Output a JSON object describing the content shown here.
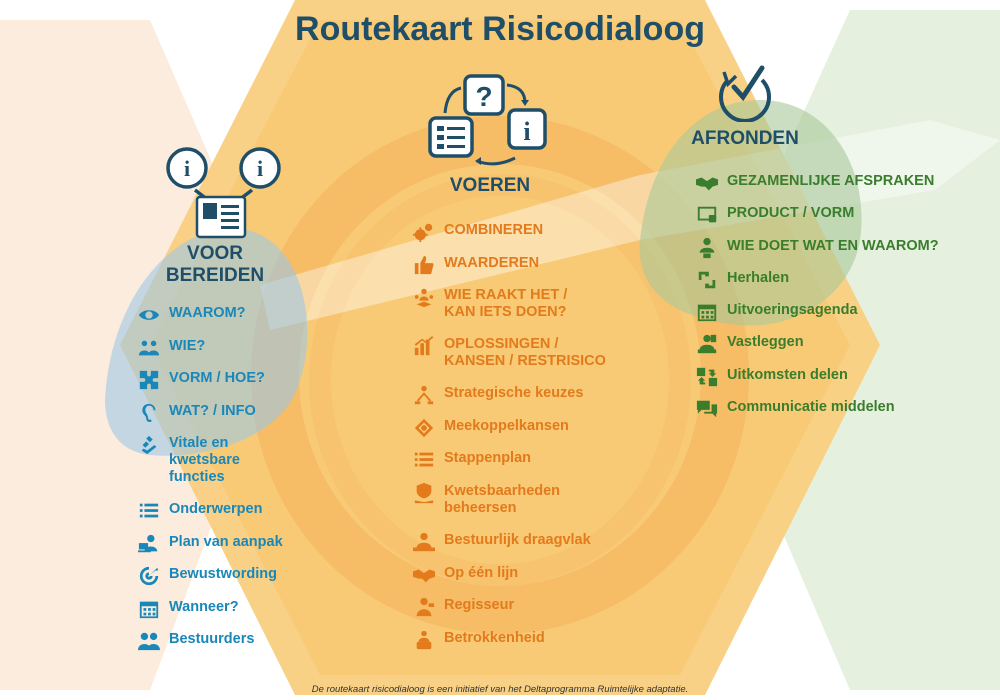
{
  "title": "Routekaart Risicodialoog",
  "phases": {
    "voorbereiden": "VOOR\nBEREIDEN",
    "voeren": "VOEREN",
    "afronden": "AFRONDEN"
  },
  "voorbereiden_items": [
    {
      "label": "WAAROM?",
      "icon": "eye-icon"
    },
    {
      "label": "WIE?",
      "icon": "people-icon"
    },
    {
      "label": "VORM / HOE?",
      "icon": "puzzle-icon"
    },
    {
      "label": "WAT? / INFO",
      "icon": "ear-icon"
    },
    {
      "label": "Vitale en\nkwetsbare\nfuncties",
      "icon": "vital-functions-icon"
    },
    {
      "label": "Onderwerpen",
      "icon": "list-icon"
    },
    {
      "label": "Plan van aanpak",
      "icon": "laptop-person-icon"
    },
    {
      "label": "Bewustwording",
      "icon": "target-icon"
    },
    {
      "label": "Wanneer?",
      "icon": "calendar-icon"
    },
    {
      "label": "Bestuurders",
      "icon": "administrators-icon"
    }
  ],
  "voeren_items": [
    {
      "label": "COMBINEREN",
      "icon": "gears-icon"
    },
    {
      "label": "WAARDEREN",
      "icon": "thumbs-up-icon"
    },
    {
      "label": "WIE RAAKT HET /\nKAN IETS DOEN?",
      "icon": "affected-people-icon"
    },
    {
      "label": "OPLOSSINGEN /\nKANSEN / RESTRISICO",
      "icon": "bar-chart-icon"
    },
    {
      "label": "Strategische keuzes",
      "icon": "strategy-icon"
    },
    {
      "label": "Meekoppelkansen",
      "icon": "network-icon"
    },
    {
      "label": "Stappenplan",
      "icon": "list-icon"
    },
    {
      "label": "Kwetsbaarheden\nbeheersen",
      "icon": "hand-shield-icon"
    },
    {
      "label": "Bestuurlijk draagvlak",
      "icon": "person-desk-icon"
    },
    {
      "label": "Op één lijn",
      "icon": "handshake-icon"
    },
    {
      "label": "Regisseur",
      "icon": "director-icon"
    },
    {
      "label": "Betrokkenheid",
      "icon": "involvement-icon"
    }
  ],
  "afronden_items": [
    {
      "label": "GEZAMENLIJKE AFSPRAKEN",
      "icon": "handshake-icon"
    },
    {
      "label": "PRODUCT / VORM",
      "icon": "product-icon"
    },
    {
      "label": "WIE DOET WAT EN WAAROM?",
      "icon": "person-tasks-icon"
    },
    {
      "label": "Herhalen",
      "icon": "repeat-icon"
    },
    {
      "label": "Uitvoeringsagenda",
      "icon": "calendar-icon"
    },
    {
      "label": "Vastleggen",
      "icon": "record-icon"
    },
    {
      "label": "Uitkomsten delen",
      "icon": "share-icon"
    },
    {
      "label": "Communicatie middelen",
      "icon": "chat-icon"
    }
  ],
  "footer": "De routekaart risicodialoog is een initiatief van het Deltaprogramma Ruimtelijke adaptatie.",
  "colors": {
    "title": "#1f4e69",
    "voorbereiden": "#1a87b9",
    "voeren": "#e37a1c",
    "afronden": "#3a7d2c",
    "hexagon": "#f7c56b"
  }
}
